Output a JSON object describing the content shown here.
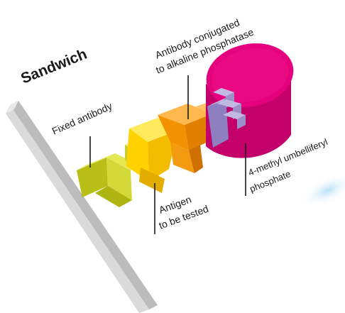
{
  "title": "Sandwich",
  "labels": {
    "fixed_antibody": "Fixed antibody",
    "antigen_line1": "Antigen",
    "antigen_line2": "to be tested",
    "conjugate_line1": "Antibody conjugated",
    "conjugate_line2": "to alkaline phosphatase",
    "substrate_line1": "4-methyl umbelliferyl",
    "substrate_line2": "phosphate"
  },
  "colors": {
    "plate": "#d7d7d7",
    "fixed_antibody": "#dfe33a",
    "antigen": "#ffd900",
    "conjugate_antibody": "#f39200",
    "enzyme": "#e5007e",
    "substrate": "#a79ad0",
    "glow": "#bfe6f7"
  }
}
